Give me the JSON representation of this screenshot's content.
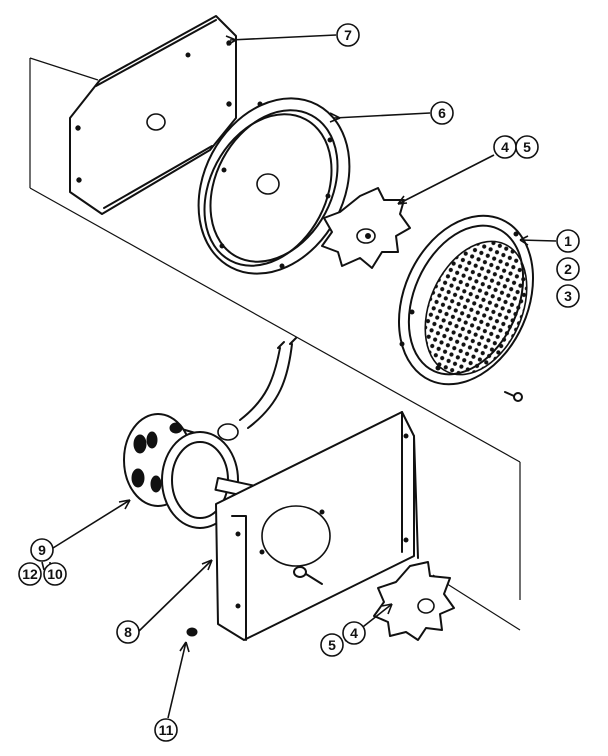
{
  "callouts": {
    "c1": "1",
    "c2": "2",
    "c3": "3",
    "c4_upper": "4",
    "c5_upper": "5",
    "c6": "6",
    "c7": "7",
    "c8": "8",
    "c9": "9",
    "c10": "10",
    "c11": "11",
    "c12": "12",
    "c4_lower": "4",
    "c5_lower": "5"
  }
}
